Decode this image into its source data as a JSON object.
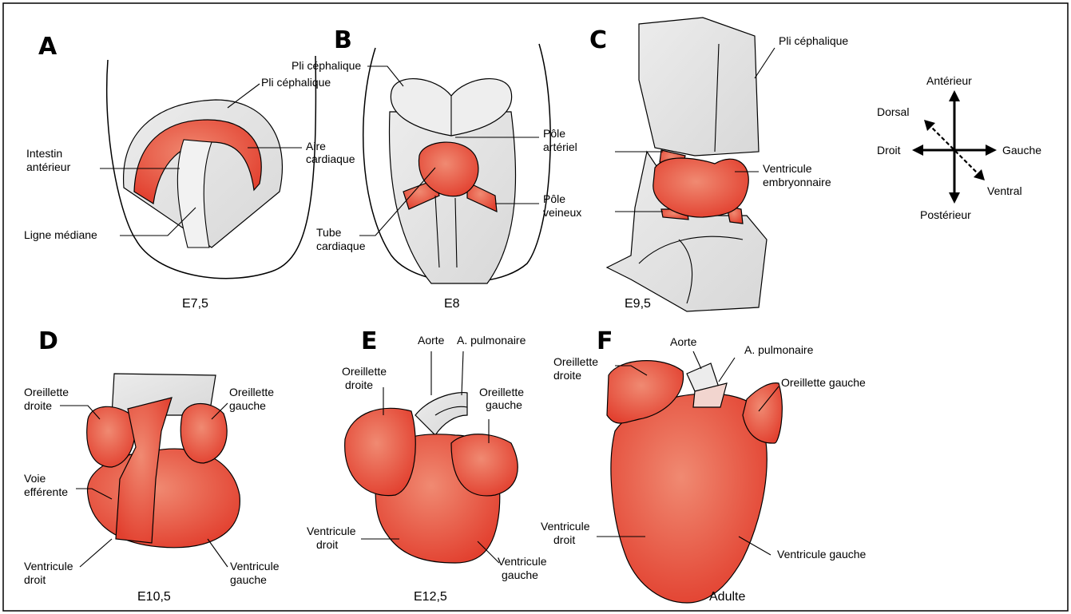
{
  "panels": {
    "A": {
      "letter": "A",
      "stage": "E7,5",
      "labels": {
        "pli": "Pli céphalique",
        "intestin_1": "Intestin",
        "intestin_2": "antérieur",
        "aire_1": "Aire",
        "aire_2": "cardiaque",
        "ligne": "Ligne médiane"
      }
    },
    "B": {
      "letter": "B",
      "stage": "E8",
      "labels": {
        "pli": "Pli céphalique",
        "pole_art_1": "Pôle",
        "pole_art_2": "artériel",
        "pole_vei_1": "Pôle",
        "pole_vei_2": "veineux",
        "tube_1": "Tube",
        "tube_2": "cardiaque"
      }
    },
    "C": {
      "letter": "C",
      "stage": "E9,5",
      "labels": {
        "pli": "Pli céphalique",
        "ventricule_1": "Ventricule",
        "ventricule_2": "embryonnaire"
      }
    },
    "D": {
      "letter": "D",
      "stage": "E10,5",
      "labels": {
        "or_d_1": "Oreillette",
        "or_d_2": "droite",
        "or_g_1": "Oreillette",
        "or_g_2": "gauche",
        "voie_1": "Voie",
        "voie_2": "efférente",
        "vd_1": "Ventricule",
        "vd_2": "droit",
        "vg_1": "Ventricule",
        "vg_2": "gauche"
      }
    },
    "E": {
      "letter": "E",
      "stage": "E12,5",
      "labels": {
        "aorte": "Aorte",
        "pulm": "A. pulmonaire",
        "or_d_1": "Oreillette",
        "or_d_2": "droite",
        "or_g_1": "Oreillette",
        "or_g_2": "gauche",
        "vd_1": "Ventricule",
        "vd_2": "droit",
        "vg_1": "Ventricule",
        "vg_2": "gauche"
      }
    },
    "F": {
      "letter": "F",
      "stage": "Adulte",
      "labels": {
        "aorte": "Aorte",
        "pulm": "A. pulmonaire",
        "or_d_1": "Oreillette",
        "or_d_2": "droite",
        "or_g": "Oreillette gauche",
        "vd_1": "Ventricule",
        "vd_2": "droit",
        "vg": "Ventricule gauche"
      }
    }
  },
  "axes": {
    "anterieur": "Antérieur",
    "posterieur": "Postérieur",
    "droit": "Droit",
    "gauche": "Gauche",
    "dorsal": "Dorsal",
    "ventral": "Ventral"
  },
  "colors": {
    "heart_red": "#e2402f",
    "heart_light": "#f08a72",
    "tissue_gray": "#e4e4e4"
  }
}
